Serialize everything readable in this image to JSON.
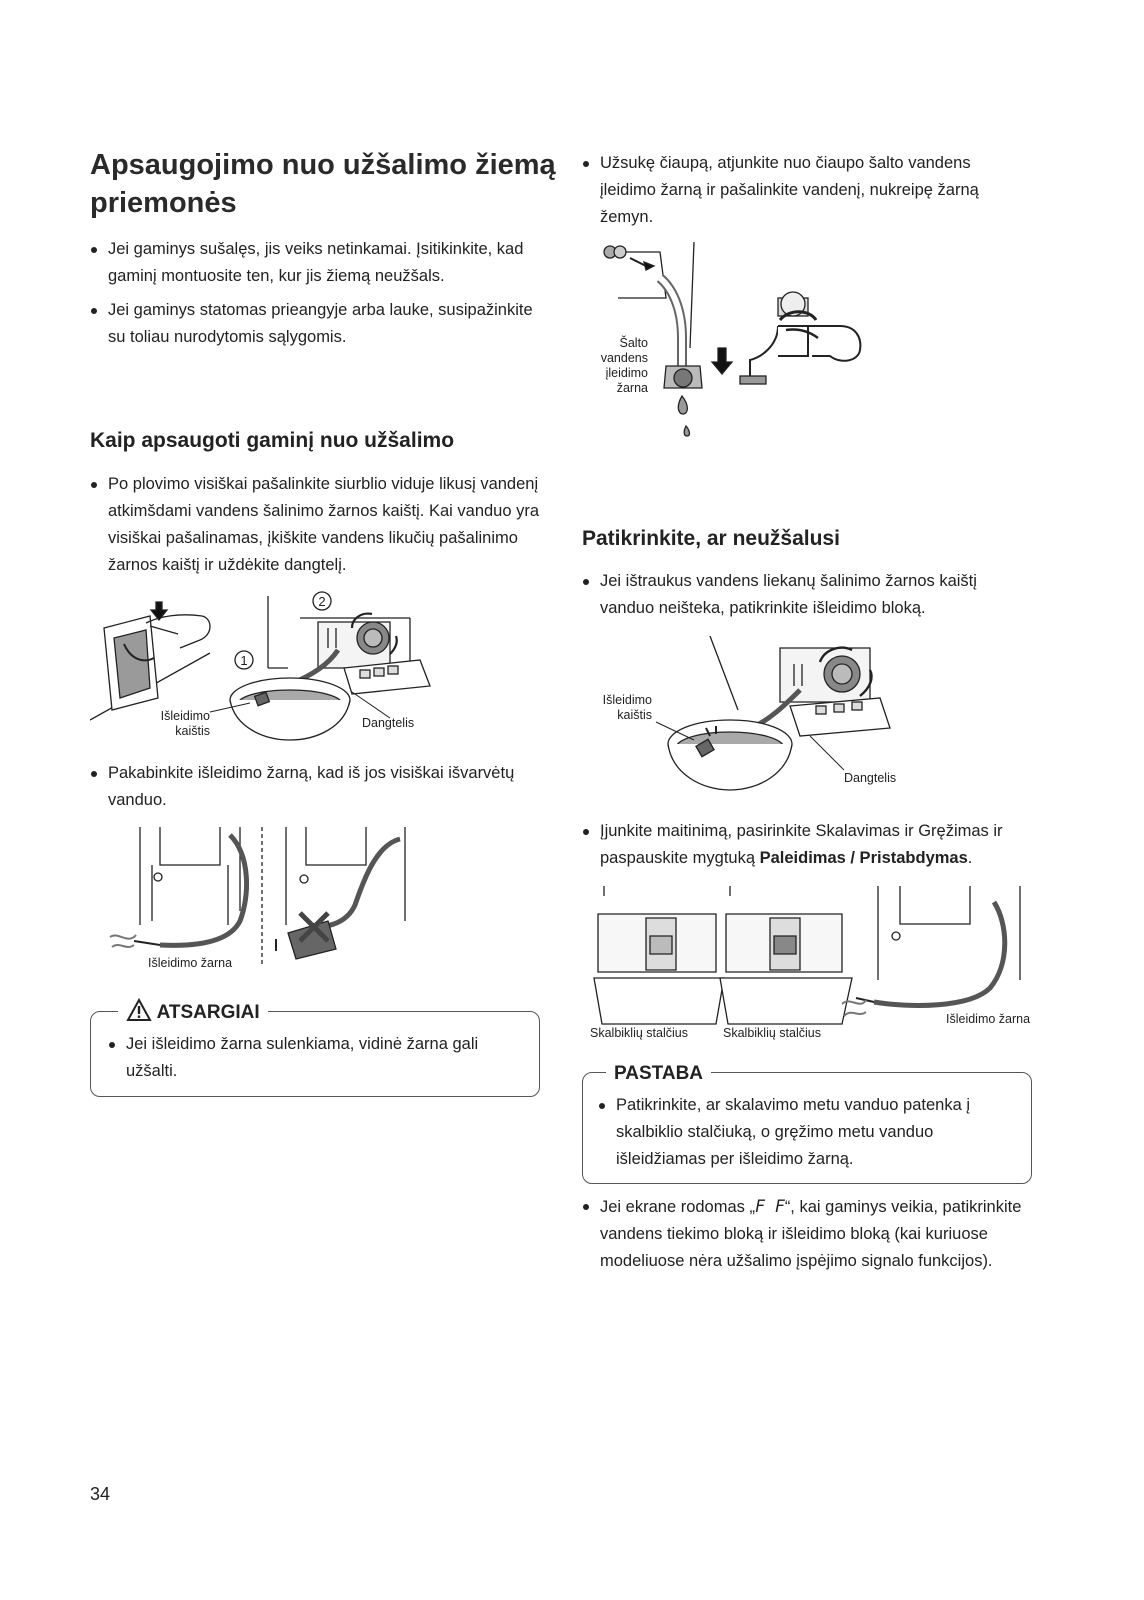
{
  "left": {
    "title": "Apsaugojimo nuo užšalimo žiemą priemonės",
    "intro_bullets": [
      "Jei gaminys sušalęs, jis veiks netinkamai. Įsitikinkite, kad gaminį montuosite ten, kur jis žiemą neužšals.",
      "Jei gaminys statomas prieangyje arba lauke, susipažinkite su toliau nurodytomis sąlygomis."
    ],
    "section_title": "Kaip apsaugoti gaminį nuo užšalimo",
    "bullet_drain": "Po plovimo visiškai pašalinkite siurblio viduje likusį vandenį atkimšdami vandens šalinimo žarnos kaištį. Kai vanduo yra visiškai pašalinamas, įkiškite vandens likučių pašalinimo žarnos kaištį ir uždėkite dangtelį.",
    "fig1": {
      "num1": "1",
      "num2": "2",
      "cap_plug": "Išleidimo\nkaištis",
      "cap_cover": "Dangtelis"
    },
    "bullet_hang": "Pakabinkite išleidimo žarną, kad iš jos visiškai išvarvėtų vanduo.",
    "fig2": {
      "cap_hose": "Išleidimo žarna"
    },
    "caution": {
      "title": "ATSARGIAI",
      "bullet": "Jei išleidimo žarna sulenkiama, vidinė žarna gali užšalti."
    }
  },
  "right": {
    "bullet_tap": "Užsukę čiaupą, atjunkite nuo čiaupo šalto vandens įleidimo žarną ir pašalinkite vandenį, nukreipę žarną žemyn.",
    "fig_tap": {
      "cap": "Šalto\nvandens\nįleidimo\nžarna"
    },
    "section_title": "Patikrinkite, ar neužšalusi",
    "bullet_check": "Jei ištraukus vandens liekanų šalinimo žarnos kaištį vanduo neišteka, patikrinkite išleidimo bloką.",
    "fig_check": {
      "cap_plug": "Išleidimo\nkaištis",
      "cap_cover": "Dangtelis"
    },
    "bullet_power_a": "Įjunkite maitinimą, pasirinkite Skalavimas ir Gręžimas ir paspauskite mygtuką ",
    "bullet_power_b": "Paleidimas / Pristabdymas",
    "bullet_power_c": ".",
    "fig_drawers": {
      "cap1": "Skalbiklių stalčius",
      "cap2": "Skalbiklių stalčius",
      "cap3": "Išleidimo žarna"
    },
    "note": {
      "title": "PASTABA",
      "bullet": "Patikrinkite, ar skalavimo metu vanduo patenka į skalbiklio stalčiuką, o gręžimo metu vanduo išleidžiamas per išleidimo žarną."
    },
    "bullet_ff_a": "Jei ekrane rodomas „",
    "bullet_ff_code": "F F",
    "bullet_ff_b": "“, kai gaminys veikia, patikrinkite vandens tiekimo bloką ir išleidimo bloką (kai kuriuose modeliuose nėra užšalimo įspėjimo signalo funkcijos)."
  },
  "page_number": "34"
}
